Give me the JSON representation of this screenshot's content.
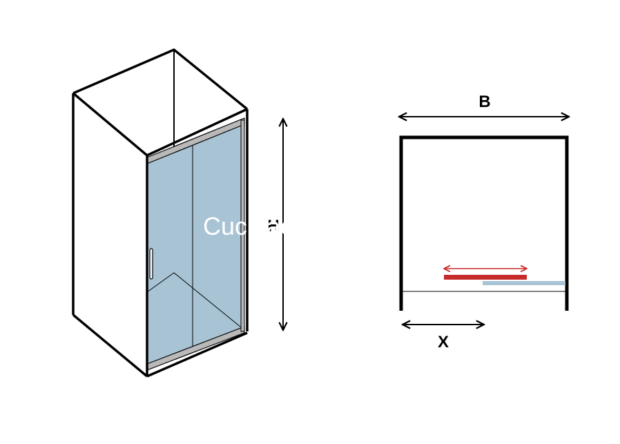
{
  "labels": {
    "width": "B",
    "height": "H",
    "opening": "X"
  },
  "watermark": "Cucinaebagno",
  "colors": {
    "line": "#000000",
    "glass": "#a7c3d4",
    "frame": "#b9b9b9",
    "sliding_door": "#c62a2a",
    "fixed_panel": "#a7c3d4"
  },
  "icons": [
    "double-arrow",
    "door-handle"
  ]
}
